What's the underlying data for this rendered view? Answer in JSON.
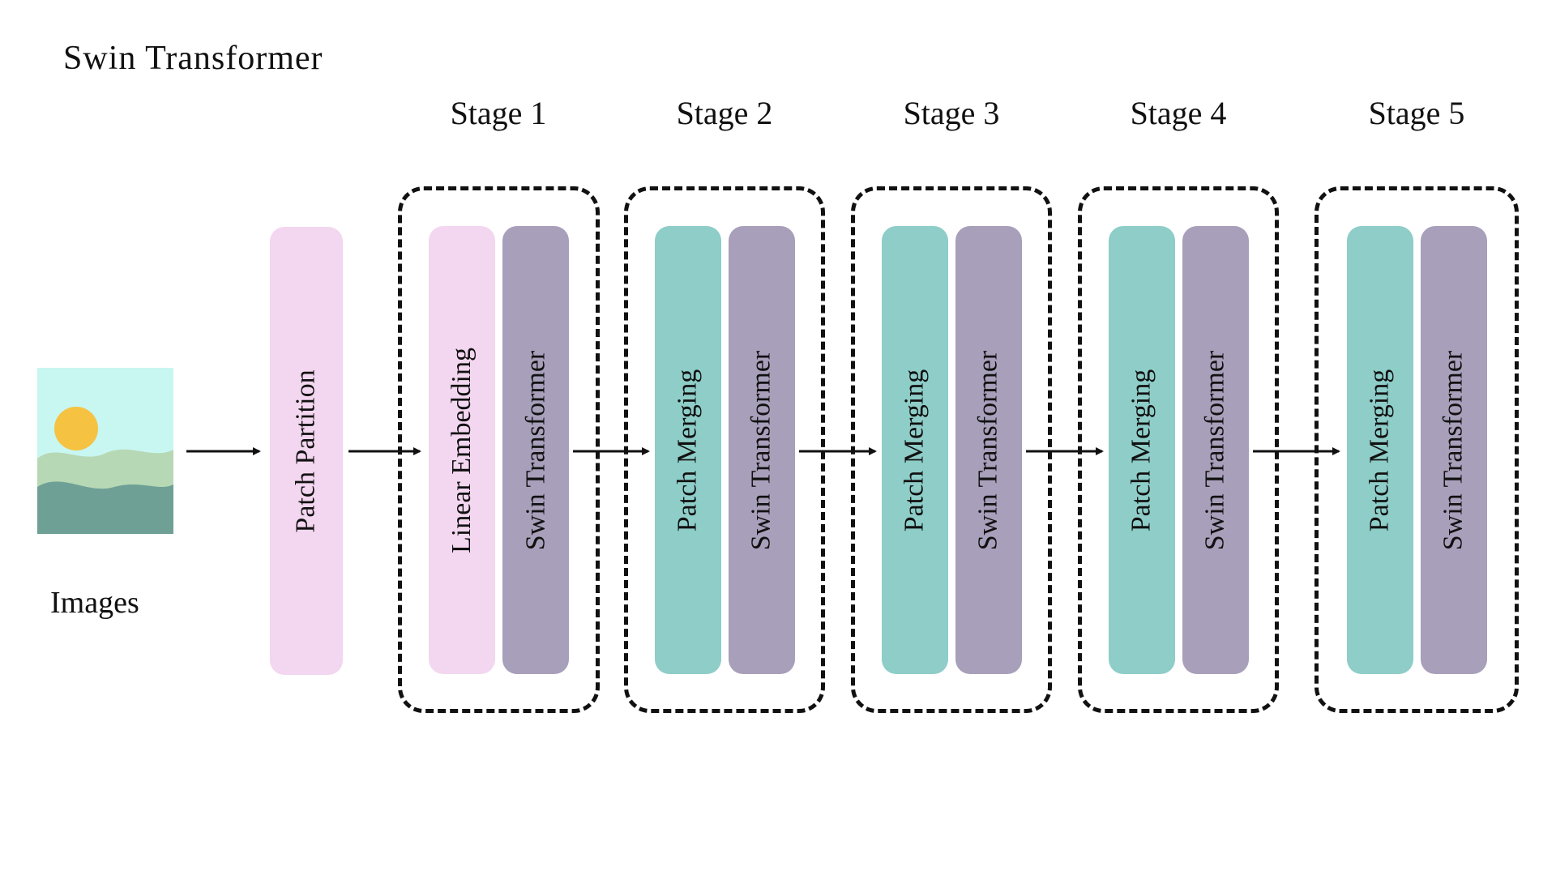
{
  "title": "Swin Transformer",
  "input": {
    "label": "Images",
    "icon": "landscape-image"
  },
  "preprocess": {
    "text": "Patch Partition"
  },
  "stages": [
    {
      "label": "Stage 1",
      "block1": "Linear Embedding",
      "block2": "Swin Transformer"
    },
    {
      "label": "Stage 2",
      "block1": "Patch Merging",
      "block2": "Swin Transformer"
    },
    {
      "label": "Stage 3",
      "block1": "Patch Merging",
      "block2": "Swin Transformer"
    },
    {
      "label": "Stage 4",
      "block1": "Patch Merging",
      "block2": "Swin Transformer"
    },
    {
      "label": "Stage 5",
      "block1": "Patch Merging",
      "block2": "Swin Transformer"
    }
  ],
  "colors": {
    "pink": "#f3d6ef",
    "teal": "#8ecdc8",
    "purple": "#a89fba",
    "outline": "#111111",
    "sun": "#f5c242",
    "sky": "#c8f6f1",
    "hill_back": "#b7d8b5",
    "hill_front": "#6fa096"
  }
}
